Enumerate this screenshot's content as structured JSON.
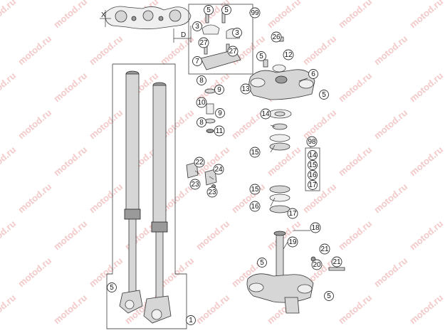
{
  "diagram": {
    "dimension_labels": [
      "X",
      "D"
    ],
    "watermark_text": "motod.ru",
    "callouts": [
      {
        "id": "c1",
        "label": "1"
      },
      {
        "id": "c3a",
        "label": "3"
      },
      {
        "id": "c3b",
        "label": "3"
      },
      {
        "id": "c5a",
        "label": "5"
      },
      {
        "id": "c5b",
        "label": "5"
      },
      {
        "id": "c5c",
        "label": "5"
      },
      {
        "id": "c5d",
        "label": "5"
      },
      {
        "id": "c5e",
        "label": "5"
      },
      {
        "id": "c5f",
        "label": "5"
      },
      {
        "id": "c5g",
        "label": "5"
      },
      {
        "id": "c6",
        "label": "6"
      },
      {
        "id": "c7",
        "label": "7"
      },
      {
        "id": "c8a",
        "label": "8"
      },
      {
        "id": "c8b",
        "label": "8"
      },
      {
        "id": "c9a",
        "label": "9"
      },
      {
        "id": "c9b",
        "label": "9"
      },
      {
        "id": "c10",
        "label": "10"
      },
      {
        "id": "c11",
        "label": "11"
      },
      {
        "id": "c12",
        "label": "12"
      },
      {
        "id": "c13",
        "label": "13"
      },
      {
        "id": "c14",
        "label": "14"
      },
      {
        "id": "c15a",
        "label": "15"
      },
      {
        "id": "c15b",
        "label": "15"
      },
      {
        "id": "c16",
        "label": "16"
      },
      {
        "id": "c17",
        "label": "17"
      },
      {
        "id": "c18",
        "label": "18"
      },
      {
        "id": "c19",
        "label": "19"
      },
      {
        "id": "c20",
        "label": "20"
      },
      {
        "id": "c21a",
        "label": "21"
      },
      {
        "id": "c21b",
        "label": "21"
      },
      {
        "id": "c22",
        "label": "22"
      },
      {
        "id": "c23a",
        "label": "23"
      },
      {
        "id": "c23b",
        "label": "23"
      },
      {
        "id": "c24",
        "label": "24"
      },
      {
        "id": "c26",
        "label": "26"
      },
      {
        "id": "c27a",
        "label": "27"
      },
      {
        "id": "c27b",
        "label": "27"
      },
      {
        "id": "c98",
        "label": "98"
      },
      {
        "id": "c99",
        "label": "99"
      }
    ],
    "kit_list": [
      "14",
      "15",
      "16",
      "17"
    ]
  }
}
